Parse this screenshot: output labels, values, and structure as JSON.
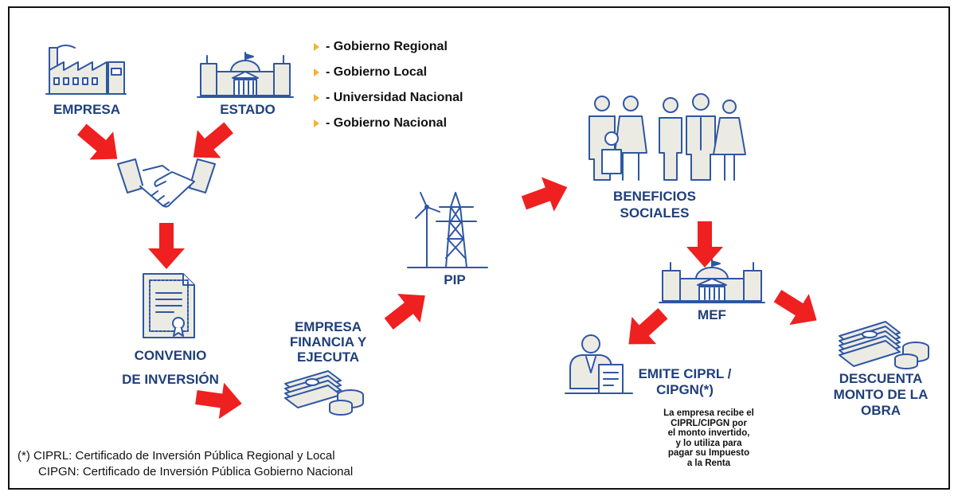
{
  "nodes": {
    "empresa": "EMPRESA",
    "estado": "ESTADO",
    "convenio_line1": "CONVENIO",
    "convenio_line2": "DE INVERSIÓN",
    "empresa_financia_line1": "EMPRESA",
    "empresa_financia_line2": "FINANCIA Y",
    "empresa_financia_line3": "EJECUTA",
    "pip": "PIP",
    "beneficios_line1": "BENEFICIOS",
    "beneficios_line2": "SOCIALES",
    "mef": "MEF",
    "emite_line1": "EMITE CIPRL /",
    "emite_line2": "CIPGN(*)",
    "descuenta_line1": "DESCUENTA",
    "descuenta_line2": "MONTO DE LA",
    "descuenta_line3": "OBRA"
  },
  "estado_list": [
    "- Gobierno Regional",
    "- Gobierno Local",
    "- Universidad Nacional",
    "- Gobierno Nacional"
  ],
  "note": {
    "line1": "La empresa recibe el",
    "line2": "CIPRL/CIPGN por",
    "line3": "el monto invertido,",
    "line4": "y lo utiliza para",
    "line5": "pagar su Impuesto",
    "line6": "a la Renta"
  },
  "footnote": {
    "line1": "(*) CIPRL: Certificado de Inversión Pública Regional y Local",
    "line2": "CIPGN: Certificado de Inversión Pública Gobierno Nacional"
  },
  "colors": {
    "arrow": "#ef2020",
    "label": "#1f3f7a",
    "icon_stroke": "#2e57a3",
    "icon_fill": "#ecebe3",
    "bullet": "#f2b431"
  },
  "icons": [
    "factory-icon",
    "government-building-icon",
    "handshake-icon",
    "contract-document-icon",
    "money-stack-icon",
    "wind-turbine-tower-icon",
    "family-icon",
    "person-desk-icon"
  ]
}
